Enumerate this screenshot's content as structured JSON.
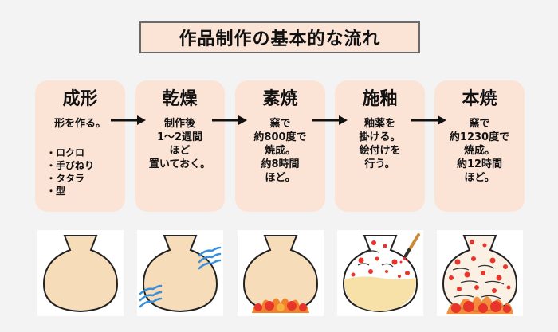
{
  "title": "作品制作の基本的な流れ",
  "steps": [
    {
      "title": "成形",
      "desc": "形を作る。",
      "list": [
        "ロクロ",
        "手びねり",
        "タタラ",
        "型"
      ],
      "icon": "vase-plain-icon"
    },
    {
      "title": "乾燥",
      "desc": "制作後\n1～2週間\nほど\n置いておく。",
      "icon": "vase-drying-icon"
    },
    {
      "title": "素焼",
      "desc": "窯で\n約800度で\n焼成。\n約8時間\nほど。",
      "icon": "vase-bisque-fire-icon"
    },
    {
      "title": "施釉",
      "desc": "釉薬を\n掛ける。\n絵付けを\n行う。",
      "icon": "vase-glazing-icon"
    },
    {
      "title": "本焼",
      "desc": "窯で\n約1230度で\n焼成。\n約12時間\nほど。",
      "icon": "vase-final-fire-icon"
    }
  ],
  "colors": {
    "card_bg": "#fbe3d6",
    "vase_fill": "#f6dcb8",
    "glaze_fill": "#f8e1a8",
    "dot_red": "#e8342a",
    "fire_orange": "#f0822a",
    "wind_blue": "#3a8fd8"
  }
}
